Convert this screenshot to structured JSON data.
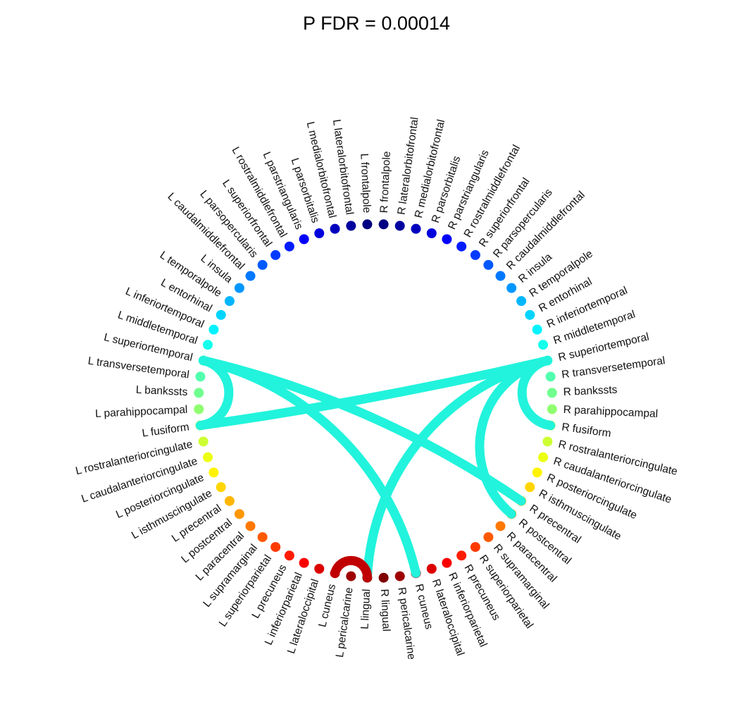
{
  "title": "P FDR = 0.00014",
  "chart_data": {
    "type": "connectogram",
    "title": "P FDR = 0.00014",
    "colormap": "jet",
    "regions": [
      "frontalpole",
      "lateralorbitofrontal",
      "medialorbitofrontal",
      "parsorbitalis",
      "parstriangularis",
      "rostralmiddlefrontal",
      "superiorfrontal",
      "parsopercularis",
      "caudalmiddlefrontal",
      "insula",
      "temporalpole",
      "entorhinal",
      "inferiortemporal",
      "middletemporal",
      "superiortemporal",
      "transversetemporal",
      "bankssts",
      "parahippocampal",
      "fusiform",
      "rostralanteriorcingulate",
      "caudalanteriorcingulate",
      "posteriorcingulate",
      "isthmuscingulate",
      "precentral",
      "postcentral",
      "paracentral",
      "supramarginal",
      "superiorparietal",
      "precuneus",
      "inferiorparietal",
      "lateraloccipital",
      "cuneus",
      "pericalcarine",
      "lingual"
    ],
    "hemisphere_prefix": {
      "left": "L",
      "right": "R"
    },
    "edges": [
      {
        "from": "L superiortemporal",
        "to": "L fusiform",
        "color": "#22f3dc"
      },
      {
        "from": "L superiortemporal",
        "to": "R precentral",
        "color": "#22f3dc"
      },
      {
        "from": "L superiortemporal",
        "to": "R cuneus",
        "color": "#22f3dc"
      },
      {
        "from": "L fusiform",
        "to": "R superiortemporal",
        "color": "#22f3dc"
      },
      {
        "from": "R superiortemporal",
        "to": "R fusiform",
        "color": "#22f3dc"
      },
      {
        "from": "R superiortemporal",
        "to": "L lingual",
        "color": "#22f3dc"
      },
      {
        "from": "R superiortemporal",
        "to": "R postcentral",
        "color": "#22f3dc"
      },
      {
        "from": "L cuneus",
        "to": "L lingual",
        "color": "#c00000"
      }
    ]
  }
}
